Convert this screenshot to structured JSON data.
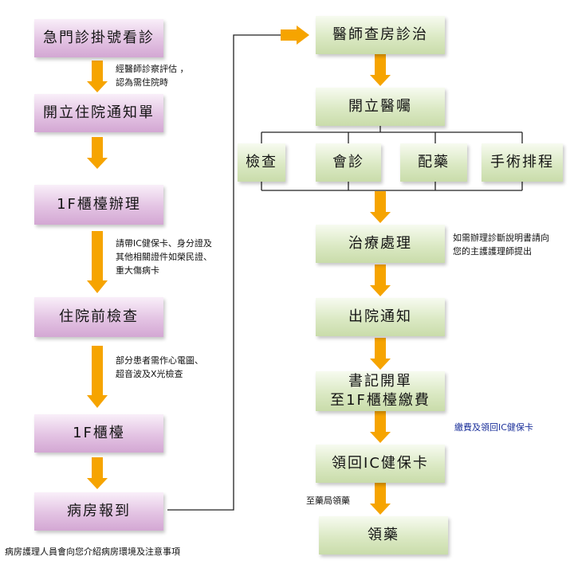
{
  "left_steps": [
    "急門診掛號看診",
    "開立住院通知單",
    "1F櫃檯辦理",
    "住院前檢查",
    "1F櫃檯",
    "病房報到"
  ],
  "right_steps": {
    "doctor_rounds": "醫師查房診治",
    "orders": "開立醫囑",
    "branches": [
      "檢查",
      "會診",
      "配藥",
      "手術排程"
    ],
    "treatment": "治療處理",
    "discharge_notice": "出院通知",
    "billing_line1": "書記開單",
    "billing_line2": "至1F櫃檯繳費",
    "ic_card_return": "領回IC健保卡",
    "medicine": "領藥"
  },
  "notes": {
    "after_visit_line1": "經醫師診察評估 ，",
    "after_visit_line2": "認為需住院時",
    "bring_docs_line1": "請帶IC健保卡、身分證及",
    "bring_docs_line2": "其他相關證件如榮民證、",
    "bring_docs_line3": "重大傷病卡",
    "pre_exam_line1": "部分患者需作心電圖、",
    "pre_exam_line2": "超音波及X光檢查",
    "ward_intro": "病房護理人員會向您介紹病房環境及注意事項",
    "diagnosis_cert_line1": "如需辦理診斷說明書請向",
    "diagnosis_cert_line2": "您的主護護理師提出",
    "pay_return_card": "繳費及領回IC健保卡",
    "to_pharmacy": "至藥局領藥"
  },
  "colors": {
    "arrow": "#f6a400",
    "connector": "#222222",
    "left_box": "#dcb7dc",
    "right_box": "#d3e3bb",
    "blue_note": "#1a2f9a"
  }
}
